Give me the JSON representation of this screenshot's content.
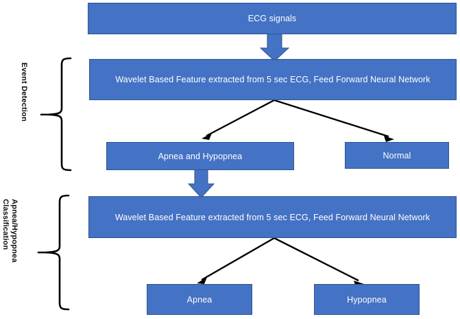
{
  "diagram": {
    "title": "ECG Sleep Apnea Detection and Classification Flowchart",
    "accent_color": "#4472C4",
    "border_color": "#2E558F",
    "arrow_color": "#000000",
    "text_color": "#FFFFFF",
    "label_color": "#0D0D0D",
    "background": "#FFFFFF"
  },
  "nodes": {
    "ecg_signals": "ECG signals",
    "event_detection_model": "Wavelet Based Feature extracted from 5 sec ECG,   Feed Forward Neural Network",
    "apnea_and_hypopnea": "Apnea and Hypopnea",
    "normal": "Normal",
    "classification_model": "Wavelet Based Feature extracted from 5 sec ECG,   Feed Forward Neural Network",
    "apnea": "Apnea",
    "hypopnea": "Hypopnea"
  },
  "stage_labels": {
    "event_detection": "Event Detection",
    "apnea_hypopnea_classification_line1": "Apnea/Hypopnea",
    "apnea_hypopnea_classification_line2": "Classification"
  },
  "connectors": [
    {
      "name": "ecg-to-event-detection",
      "type": "block-arrow",
      "direction": "down"
    },
    {
      "name": "event-detection-to-apnea-and-hypopnea",
      "type": "line-arrow",
      "direction": "down-left"
    },
    {
      "name": "event-detection-to-normal",
      "type": "line-arrow",
      "direction": "down-right"
    },
    {
      "name": "apnea-and-hypopnea-to-classification",
      "type": "block-arrow",
      "direction": "down"
    },
    {
      "name": "classification-to-apnea",
      "type": "line-arrow",
      "direction": "down-left"
    },
    {
      "name": "classification-to-hypopnea",
      "type": "line-arrow",
      "direction": "down-right"
    }
  ],
  "braces": [
    {
      "name": "event-detection-brace",
      "orientation": "left"
    },
    {
      "name": "apnea-hypopnea-classification-brace",
      "orientation": "left"
    }
  ]
}
